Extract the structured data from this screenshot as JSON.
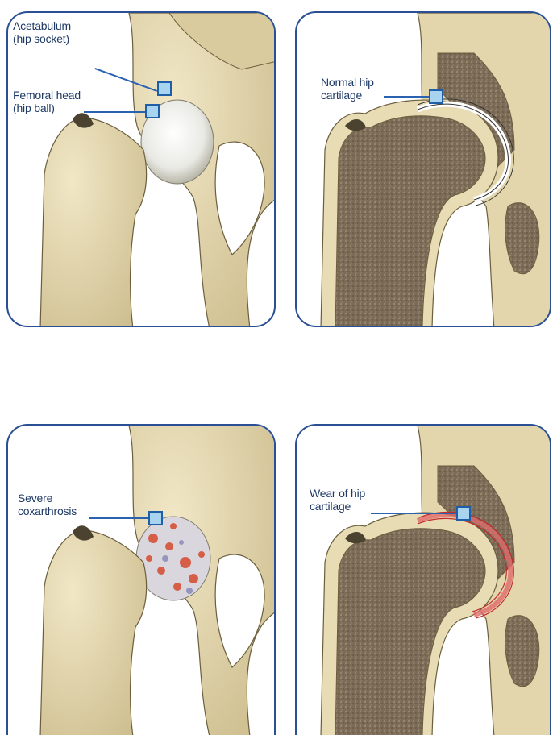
{
  "panels": [
    {
      "labels": [
        {
          "line1": "Acetabulum",
          "line2": "(hip socket)"
        },
        {
          "line1": "Femoral head",
          "line2": "(hip ball)"
        }
      ]
    },
    {
      "labels": [
        {
          "line1": "Normal hip",
          "line2": "cartilage"
        }
      ]
    },
    {
      "labels": [
        {
          "line1": "Severe",
          "line2": "coxarthrosis"
        }
      ]
    },
    {
      "labels": [
        {
          "line1": "Wear of hip",
          "line2": "cartilage"
        }
      ]
    }
  ],
  "colors": {
    "frame": "#2a4f95",
    "bone": "#e8dcb5",
    "bone_shadow": "#b9a97c",
    "marrow": "#7a6a55",
    "cartilage": "#f2f2f2",
    "worn_cartilage": "#d64a4a",
    "marker_fill": "#a8d4f0"
  }
}
